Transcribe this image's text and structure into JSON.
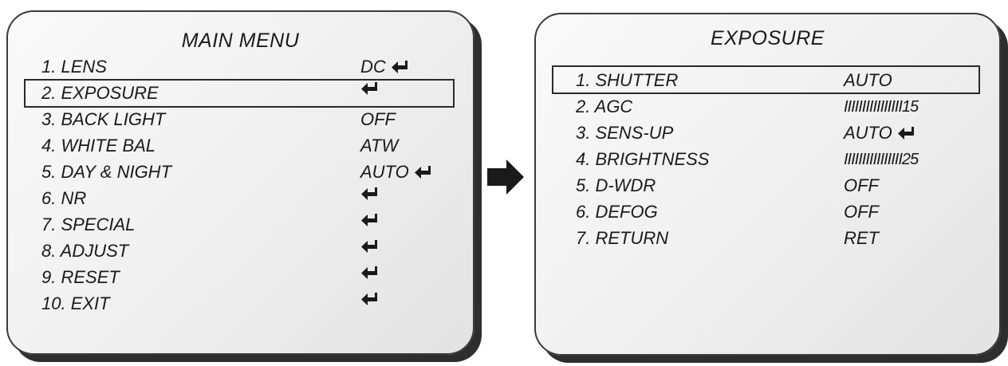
{
  "main_menu": {
    "title": "MAIN MENU",
    "items": [
      {
        "label": "1. LENS",
        "value": "DC",
        "enter": true
      },
      {
        "label": "2. EXPOSURE",
        "value": "",
        "enter": true,
        "selected": true
      },
      {
        "label": "3. BACK LIGHT",
        "value": "OFF",
        "enter": false
      },
      {
        "label": "4. WHITE BAL",
        "value": "ATW",
        "enter": false
      },
      {
        "label": "5. DAY & NIGHT",
        "value": "AUTO",
        "enter": true
      },
      {
        "label": "6. NR",
        "value": "",
        "enter": true
      },
      {
        "label": "7. SPECIAL",
        "value": "",
        "enter": true
      },
      {
        "label": "8. ADJUST",
        "value": "",
        "enter": true
      },
      {
        "label": "9. RESET",
        "value": "",
        "enter": true
      },
      {
        "label": "10. EXIT",
        "value": "",
        "enter": true
      }
    ]
  },
  "exposure_menu": {
    "title": "EXPOSURE",
    "items": [
      {
        "label": "1. SHUTTER",
        "value": "AUTO",
        "enter": false,
        "selected": true
      },
      {
        "label": "2. AGC",
        "value": "IIIIIIIIIIIIIIII15",
        "enter": false
      },
      {
        "label": "3. SENS-UP",
        "value": "AUTO",
        "enter": true
      },
      {
        "label": "4. BRIGHTNESS",
        "value": "IIIIIIIIIIIIIIII25",
        "enter": false
      },
      {
        "label": "5. D-WDR",
        "value": "OFF",
        "enter": false
      },
      {
        "label": "6. DEFOG",
        "value": "OFF",
        "enter": false
      },
      {
        "label": "7. RETURN",
        "value": "RET",
        "enter": false
      }
    ]
  },
  "icons": {
    "enter": "enter-return-icon",
    "navigate": "right-arrow-icon"
  },
  "colors": {
    "panel_border": "#3a3a3a",
    "panel_shadow": "#2e2e2e",
    "text": "#1a1a1a"
  }
}
